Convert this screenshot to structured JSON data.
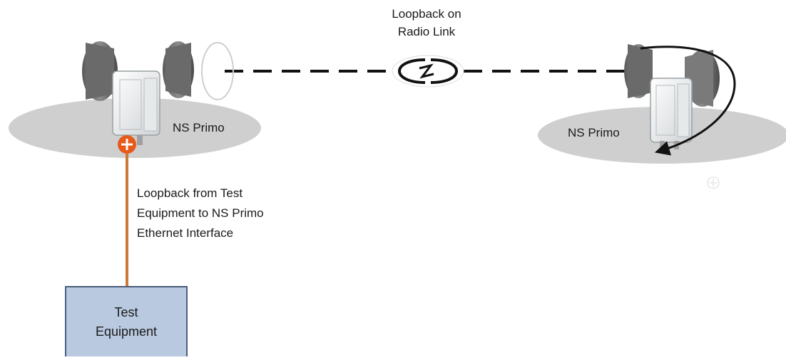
{
  "radio_link_label": {
    "line1": "Loopback on",
    "line2": "Radio Link"
  },
  "left_site": {
    "label": "NS Primo"
  },
  "right_site": {
    "label": "NS Primo"
  },
  "ethernet_loopback_label": {
    "line1": "Loopback from Test",
    "line2": "Equipment to NS Primo",
    "line3": "Ethernet Interface"
  },
  "test_equipment": {
    "line1": "Test",
    "line2": "Equipment"
  },
  "colors": {
    "platform": "#cfcfcf",
    "cable": "#cc7a3a",
    "test_box_fill": "#b9c9e0",
    "test_box_stroke": "#4b5d7a",
    "connector": "#e85a1a"
  }
}
